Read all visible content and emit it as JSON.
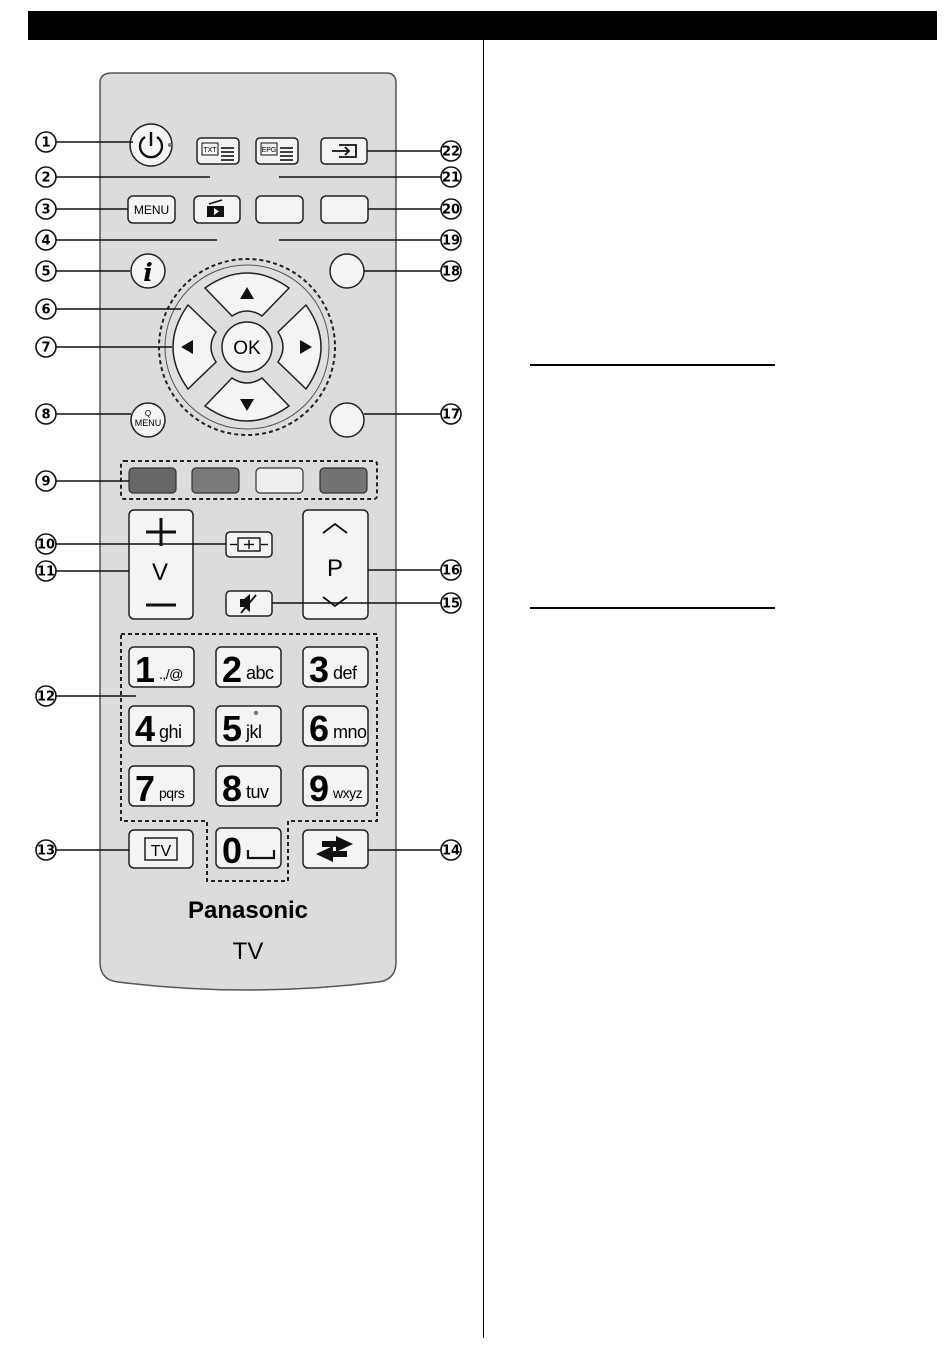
{
  "callouts": [
    {
      "n": "1",
      "name": "callout-standby",
      "side": "L"
    },
    {
      "n": "2",
      "name": "callout-teletext",
      "side": "L"
    },
    {
      "n": "3",
      "name": "callout-menu",
      "side": "L"
    },
    {
      "n": "4",
      "name": "callout-media",
      "side": "L"
    },
    {
      "n": "5",
      "name": "callout-info",
      "side": "L"
    },
    {
      "n": "6",
      "name": "callout-nav-ring",
      "side": "L"
    },
    {
      "n": "7",
      "name": "callout-ok",
      "side": "L"
    },
    {
      "n": "8",
      "name": "callout-q-menu",
      "side": "L"
    },
    {
      "n": "9",
      "name": "callout-colour-keys",
      "side": "L"
    },
    {
      "n": "10",
      "name": "callout-aspect",
      "side": "L"
    },
    {
      "n": "11",
      "name": "callout-volume",
      "side": "L"
    },
    {
      "n": "12",
      "name": "callout-number-keys",
      "side": "L"
    },
    {
      "n": "13",
      "name": "callout-tv",
      "side": "L"
    },
    {
      "n": "14",
      "name": "callout-last-view",
      "side": "R"
    },
    {
      "n": "15",
      "name": "callout-mute",
      "side": "R"
    },
    {
      "n": "16",
      "name": "callout-programme",
      "side": "R"
    },
    {
      "n": "17",
      "name": "callout-round-lower",
      "side": "R"
    },
    {
      "n": "18",
      "name": "callout-round-upper",
      "side": "R"
    },
    {
      "n": "19",
      "name": "callout-blank-left",
      "side": "R"
    },
    {
      "n": "20",
      "name": "callout-blank-right",
      "side": "R"
    },
    {
      "n": "21",
      "name": "callout-epg",
      "side": "R"
    },
    {
      "n": "22",
      "name": "callout-input",
      "side": "R"
    }
  ],
  "buttons": {
    "txt": "TXT",
    "epg": "EPG",
    "menu": "MENU",
    "info": "i",
    "ok": "OK",
    "q_menu_q": "Q",
    "q_menu": "MENU",
    "volume": "V",
    "programme": "P",
    "tv": "TV"
  },
  "number_keys": [
    {
      "digit": "1",
      "sub": ".,/@"
    },
    {
      "digit": "2",
      "sub": "abc"
    },
    {
      "digit": "3",
      "sub": "def"
    },
    {
      "digit": "4",
      "sub": "ghi"
    },
    {
      "digit": "5",
      "sub": "jkl"
    },
    {
      "digit": "6",
      "sub": "mno"
    },
    {
      "digit": "7",
      "sub": "pqrs"
    },
    {
      "digit": "8",
      "sub": "tuv"
    },
    {
      "digit": "9",
      "sub": "wxyz"
    },
    {
      "digit": "0",
      "sub": "␣"
    }
  ],
  "brand": "Panasonic",
  "brand_sub": "TV",
  "colours": {
    "body": "#dcdcdc",
    "button": "#f4f4f4",
    "red_key": "#666666",
    "green_key": "#7a7a7a",
    "yellow_key": "#eeeeee",
    "blue_key": "#727272"
  }
}
